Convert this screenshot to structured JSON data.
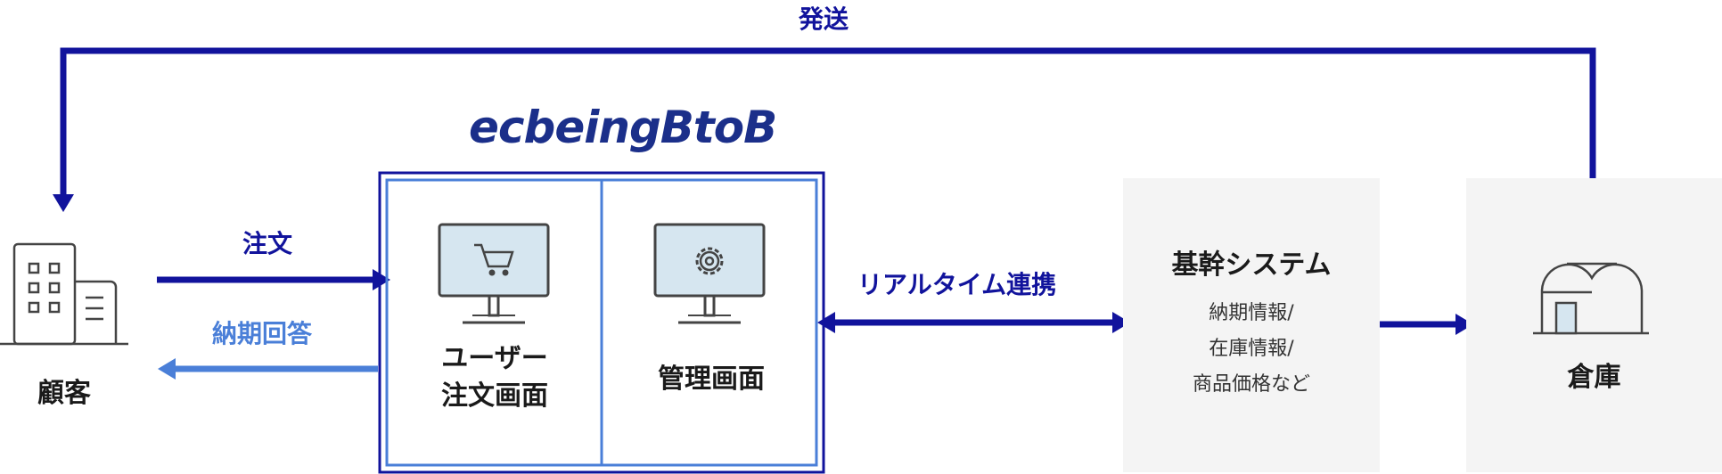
{
  "labels": {
    "shipping": "発送",
    "order": "注文",
    "delivery_reply": "納期回答",
    "realtime": "リアルタイム連携"
  },
  "customer": {
    "title": "顧客",
    "icon": "building-icon"
  },
  "system": {
    "logo": "ecbeingBtoB",
    "user_screen": {
      "title_line1": "ユーザー",
      "title_line2": "注文画面",
      "icon": "monitor-cart-icon"
    },
    "admin_screen": {
      "title": "管理画面",
      "icon": "monitor-gear-icon"
    }
  },
  "core_system": {
    "title": "基幹システム",
    "details": [
      "納期情報/",
      "在庫情報/",
      "商品価格など"
    ]
  },
  "warehouse": {
    "title": "倉庫",
    "icon": "warehouse-icon"
  },
  "colors": {
    "dark_blue": "#11139c",
    "light_blue": "#4a7fd8",
    "panel": "#f4f4f4",
    "screen": "#d6e6f0"
  }
}
